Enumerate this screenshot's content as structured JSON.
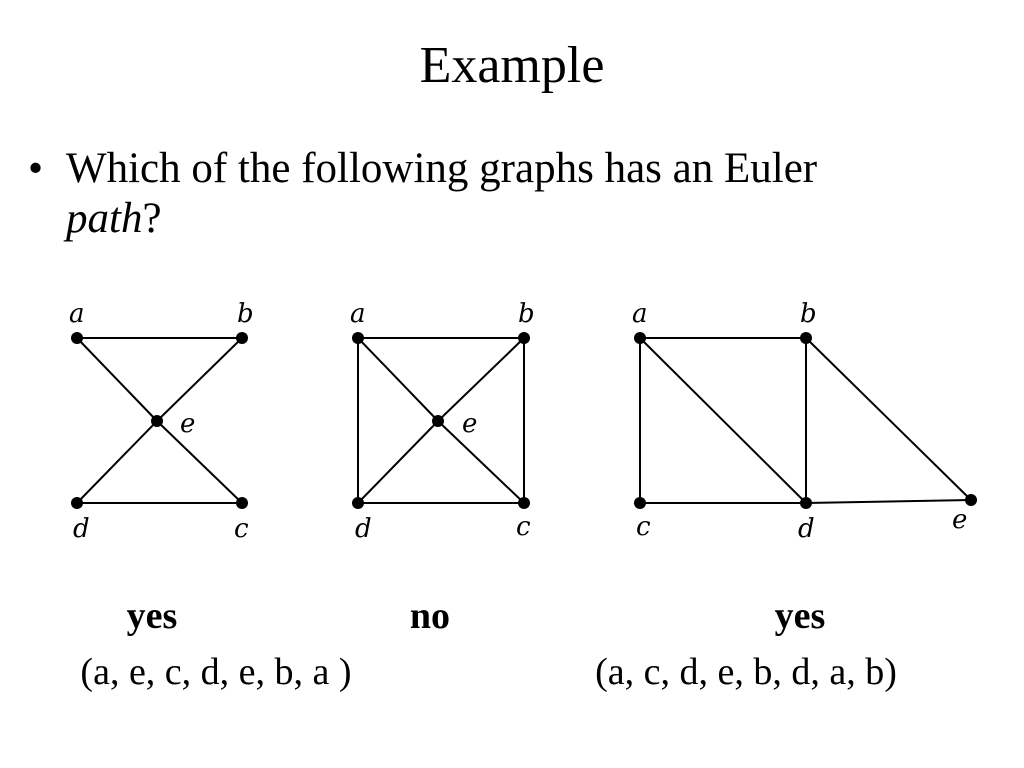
{
  "slide": {
    "title": "Example",
    "question": {
      "bullet": "•",
      "prefix": "Which of the following graphs has an Euler ",
      "emphasis": "path",
      "suffix": "?"
    }
  },
  "graphs": [
    {
      "vertices": [
        "a",
        "b",
        "e",
        "d",
        "c"
      ],
      "edges": [
        [
          "a",
          "b"
        ],
        [
          "a",
          "e"
        ],
        [
          "b",
          "e"
        ],
        [
          "e",
          "d"
        ],
        [
          "e",
          "c"
        ],
        [
          "d",
          "c"
        ]
      ],
      "answer": "yes",
      "path": "(a, e, c, d, e, b, a )"
    },
    {
      "vertices": [
        "a",
        "b",
        "e",
        "d",
        "c"
      ],
      "edges": [
        [
          "a",
          "b"
        ],
        [
          "a",
          "d"
        ],
        [
          "b",
          "c"
        ],
        [
          "d",
          "c"
        ],
        [
          "a",
          "e"
        ],
        [
          "b",
          "e"
        ],
        [
          "e",
          "c"
        ],
        [
          "e",
          "d"
        ]
      ],
      "answer": "no",
      "path": ""
    },
    {
      "vertices": [
        "a",
        "b",
        "c",
        "d",
        "e"
      ],
      "edges": [
        [
          "a",
          "b"
        ],
        [
          "a",
          "c"
        ],
        [
          "a",
          "d"
        ],
        [
          "b",
          "d"
        ],
        [
          "b",
          "e"
        ],
        [
          "c",
          "d"
        ],
        [
          "d",
          "e"
        ]
      ],
      "answer": "yes",
      "path": "(a, c, d, e, b, d, a, b)"
    }
  ]
}
